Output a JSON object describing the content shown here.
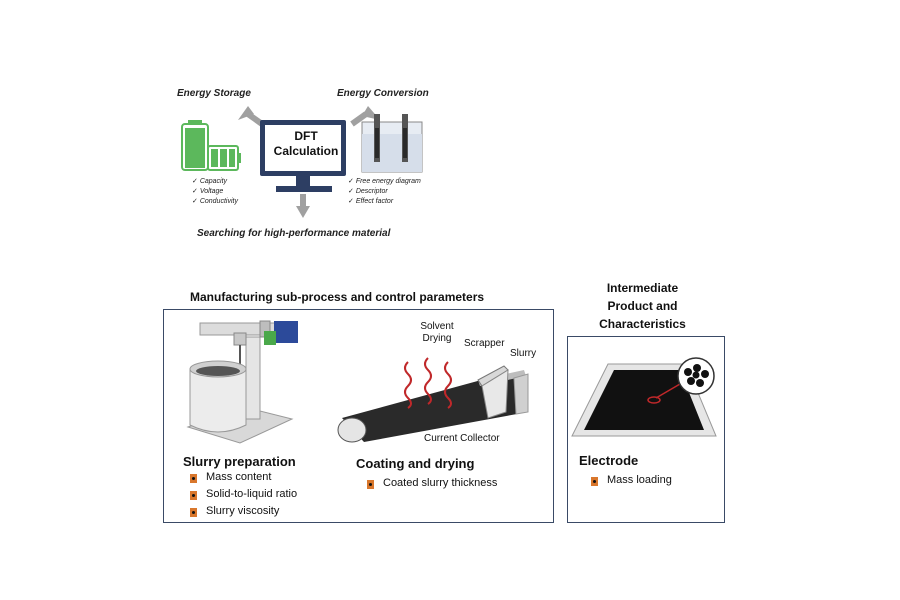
{
  "dft": {
    "energy_storage": "Energy Storage",
    "energy_conversion": "Energy Conversion",
    "monitor_line1": "DFT",
    "monitor_line2": "Calculation",
    "storage_checks": [
      "Capacity",
      "Voltage",
      "Conductivity"
    ],
    "conversion_checks": [
      "Free energy diagram",
      "Descriptor",
      "Effect factor"
    ],
    "searching": "Searching for high-performance material"
  },
  "manufacturing": {
    "title": "Manufacturing sub-process and control parameters",
    "slurry": {
      "title": "Slurry preparation",
      "params": [
        "Mass content",
        "Solid-to-liquid ratio",
        "Slurry viscosity"
      ]
    },
    "coating": {
      "title": "Coating and drying",
      "params": [
        "Coated slurry thickness"
      ],
      "labels": {
        "solvent": "Solvent",
        "drying": "Drying",
        "scrapper": "Scrapper",
        "slurry": "Slurry",
        "collector": "Current Collector"
      }
    }
  },
  "intermediate": {
    "title_lines": [
      "Intermediate",
      "Product and",
      "Characteristics"
    ],
    "electrode": {
      "title": "Electrode",
      "params": [
        "Mass loading"
      ]
    }
  },
  "colors": {
    "battery_green": "#5cb85c",
    "marker_orange": "#d9772c",
    "wave_red": "#c0282a",
    "frame_blue": "#3a4a66",
    "motor_blue": "#2c4a9a"
  }
}
